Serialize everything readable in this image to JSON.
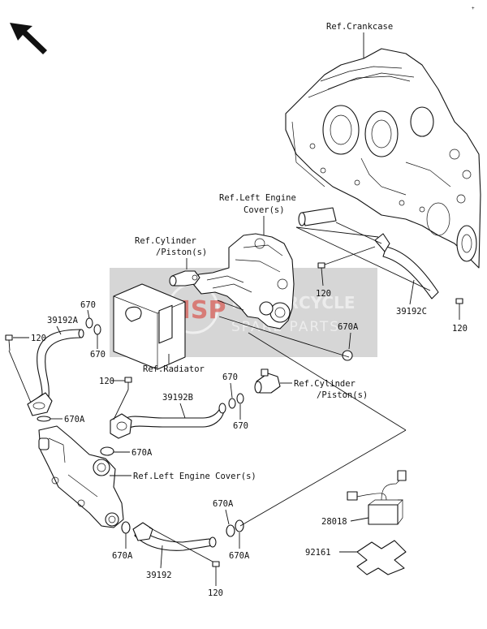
{
  "labels": {
    "ref_crankcase": "Ref.Crankcase",
    "ref_left_engine_cover_top_1": "Ref.Left Engine",
    "ref_left_engine_cover_top_2": "Cover(s)",
    "ref_cylinder_piston_top_1": "Ref.Cylinder",
    "ref_cylinder_piston_top_2": "/Piston(s)",
    "ref_radiator": "Ref.Radiator",
    "ref_cylinder_piston_mid_1": "Ref.Cylinder",
    "ref_cylinder_piston_mid_2": "/Piston(s)",
    "ref_left_engine_cover_low": "Ref.Left Engine Cover(s)",
    "p670_a": "670",
    "p670_b": "670",
    "p670_c": "670",
    "p670_d": "670",
    "p39192A": "39192A",
    "p120_left": "120",
    "p670A_left": "670A",
    "p120_mid": "120",
    "p39192B": "39192B",
    "p670A_mid": "670A",
    "p670A_right": "670A",
    "p120_center": "120",
    "p39192C": "39192C",
    "p120_farright": "120",
    "p670A_low1": "670A",
    "p670A_low2": "670A",
    "p670A_low3": "670A",
    "p39192": "39192",
    "p120_bottom": "120",
    "p28018": "28018",
    "p92161": "92161"
  },
  "watermark": {
    "line1": "MOTORCYCLE",
    "line2": "SPARE PARTS",
    "logo": "MSP"
  },
  "colors": {
    "line": "#111111",
    "watermark_bg": "#c8c8c8",
    "watermark_logo": "#d9332b"
  },
  "icons": {
    "direction": "front-direction-arrow-icon"
  }
}
